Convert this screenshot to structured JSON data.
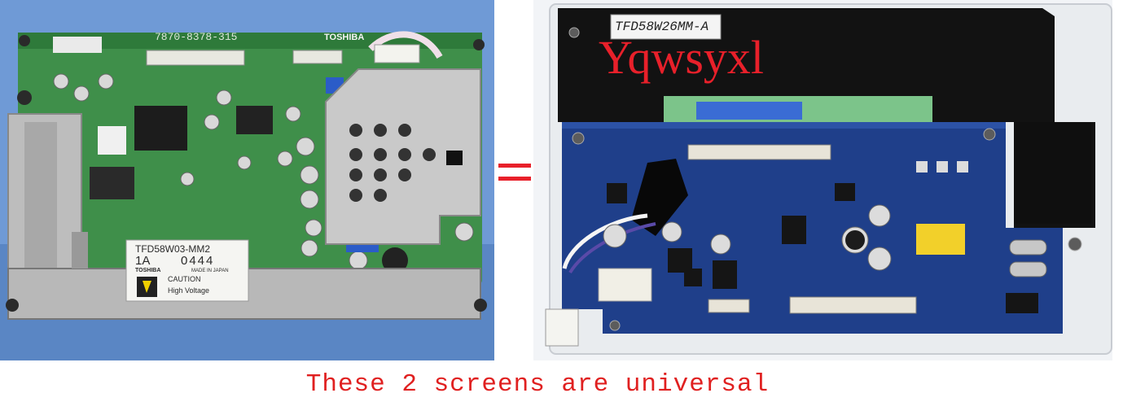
{
  "left_board": {
    "maker": "TOSHIBA",
    "part_code": "7870-8378-315",
    "sticker": {
      "model": "TFD58W03-MM2",
      "rev": "1A",
      "lot": "0444",
      "maker": "TOSHIBA",
      "origin": "MADE IN JAPAN",
      "warning": "CAUTION",
      "warning_detail": "High Voltage"
    }
  },
  "right_board": {
    "model_label": "TFD58W26MM-A",
    "watermark": "Yqwsyxl"
  },
  "equals_symbol": "=",
  "caption": "These 2 screens are universal",
  "colors": {
    "caption": "#e02020",
    "watermark": "#e8202a",
    "pcb_green": "#3f8f4a",
    "pcb_blue": "#1f3f8a"
  }
}
